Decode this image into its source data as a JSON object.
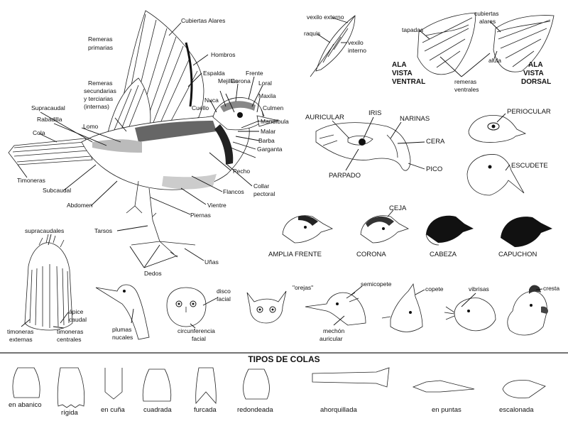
{
  "bird_parts": {
    "cubiertas_alares": "Cubiertas Alares",
    "remeras_primarias": [
      "Remeras",
      "primarias"
    ],
    "hombros": "Hombros",
    "espalda": "Espalda",
    "frente": "Frente",
    "corona": "Corona",
    "mejillas": "Mejillas",
    "loral": "Loral",
    "maxila": "Maxila",
    "culmen": "Culmen",
    "nuca": "Nuca",
    "cuello": "Cuello",
    "remeras_secundarias": [
      "Remeras",
      "secundarias",
      "y terciarias",
      "(internas)"
    ],
    "supracaudal": "Supracaudal",
    "rabadilla": "Rabadilla",
    "lomo": "Lomo",
    "cola": "Cola",
    "timoneras": "Timoneras",
    "subcaudal": "Subcaudal",
    "abdomen": "Abdomen",
    "mandibula": "Mandíbula",
    "malar": "Malar",
    "barba": "Barba",
    "garganta": "Garganta",
    "pecho": "Pecho",
    "collar_pectoral": [
      "Collar",
      "pectoral"
    ],
    "flancos": "Flancos",
    "vientre": "Vientre",
    "piernas": "Piernas",
    "tarsos": "Tarsos",
    "dedos": "Dedos",
    "unas": "Uñas"
  },
  "feather": {
    "vexilo_externo": "vexilo externo",
    "raquis": "raquis",
    "vexilo_interno": [
      "vexilo",
      "interno"
    ]
  },
  "wings": {
    "tapadas": "tapadas",
    "cubiertas_alares": [
      "cubiertas",
      "alares"
    ],
    "ala_vista_ventral": [
      "ALA",
      "VISTA",
      "VENTRAL"
    ],
    "alula": "alula",
    "remeras_ventrales": [
      "remeras",
      "ventrales"
    ],
    "ala_vista_dorsal": [
      "ALA",
      "VISTA",
      "DORSAL"
    ]
  },
  "head_detail": {
    "auricular": "AURICULAR",
    "iris": "IRIS",
    "narinas": "NARINAS",
    "cera": "CERA",
    "parpado": "PARPADO",
    "pico": "PICO",
    "periocular": "PERIOCULAR",
    "escudete": "ESCUDETE"
  },
  "head_patterns": {
    "ceja": "CEJA",
    "items": [
      "AMPLIA FRENTE",
      "CORONA",
      "CABEZA",
      "CAPUCHON"
    ]
  },
  "tail_detail": {
    "supracaudales": "supracaudales",
    "apice_caudal": [
      "ápice",
      "caudal"
    ],
    "timoneras_externas": [
      "timoneras",
      "externas"
    ],
    "timoneras_centrales": [
      "timoneras",
      "centrales"
    ]
  },
  "head_features": {
    "plumas_nucales": [
      "plumas",
      "nucales"
    ],
    "disco_facial": [
      "disco",
      "facial"
    ],
    "circunferencia_facial": [
      "circunferencia",
      "facial"
    ],
    "orejas": "\"orejas\"",
    "semicopete": "semicopete",
    "mechon_auricular": [
      "mechón",
      "auricular"
    ],
    "copete": "copete",
    "vibrisas": "vibrisas",
    "cresta": "cresta"
  },
  "tail_types": {
    "title": "TIPOS DE COLAS",
    "items": [
      "en abanico",
      "rígida",
      "en cuña",
      "cuadrada",
      "furcada",
      "redondeada",
      "ahorquillada",
      "en puntas",
      "escalonada"
    ]
  }
}
